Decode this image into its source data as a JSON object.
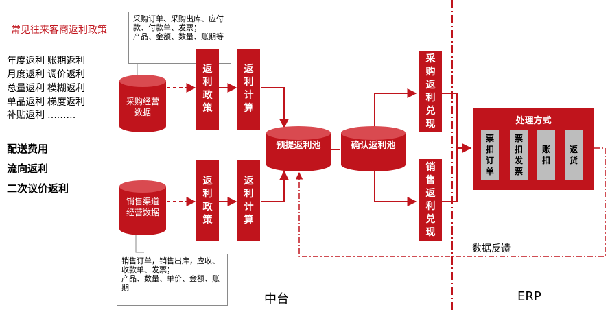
{
  "title": "常见往来客商返利政策",
  "rebate_types": [
    "年度返利   账期返利",
    "月度返利   调价返利",
    "总量返利   模糊返利",
    "单品返利   梯度返利",
    "补贴返利   ………"
  ],
  "bold_items": [
    "配送费用",
    "流向返利",
    "二次议价返利"
  ],
  "notes": {
    "purchase": "采购订单、采购出库、应付款、付款单、发票；\n产品、金额、数量、账期等",
    "sales": "销售订单，销售出库，应收、收款单、发票；\n产品、数量、单价、金额、账期"
  },
  "databases": {
    "purchase": "采购经营数据",
    "sales": "销售渠道经营数据"
  },
  "boxes": {
    "policy_top": "返利政策",
    "calc_top": "返利计算",
    "policy_bottom": "返利政策",
    "calc_bottom": "返利计算",
    "purchase_cash": "采购返利兑现",
    "sales_cash": "销售返利兑现"
  },
  "pools": {
    "pre": "预提返利池",
    "confirm": "确认返利池"
  },
  "process": {
    "title": "处理方式",
    "items": [
      "票扣订单",
      "票扣发票",
      "账扣",
      "返货"
    ]
  },
  "feedback": "数据反馈",
  "zones": {
    "middle": "中台",
    "erp": "ERP"
  },
  "colors": {
    "accent": "#c0141c",
    "gray": "#bdbdbd"
  }
}
